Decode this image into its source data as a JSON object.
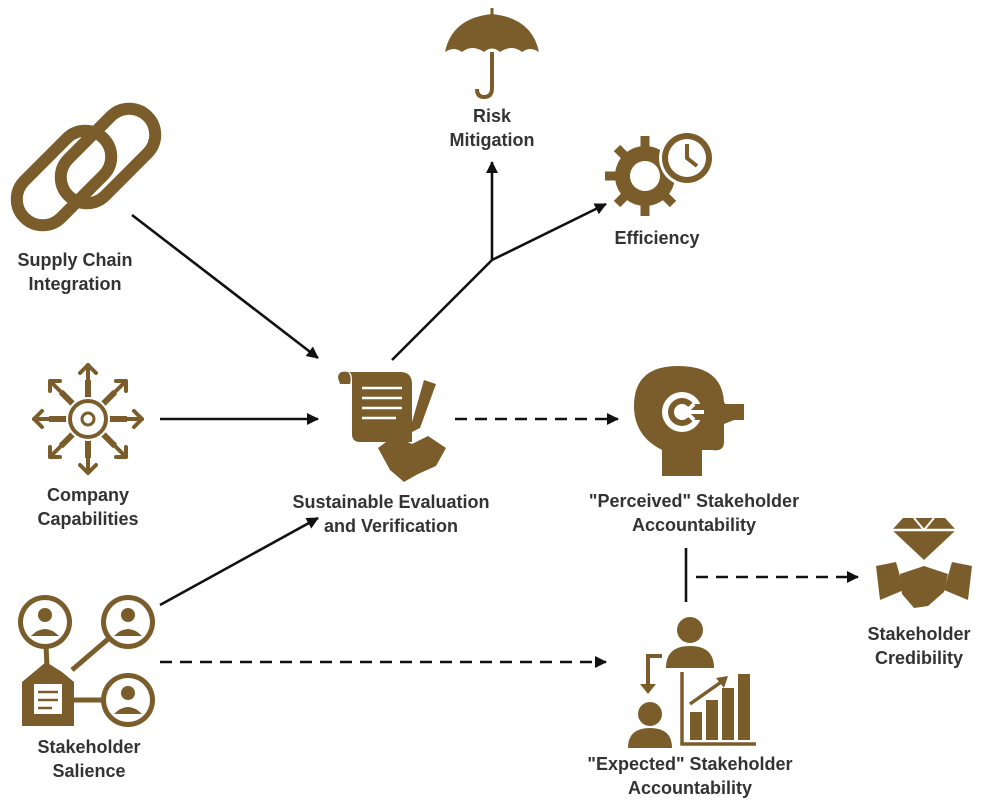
{
  "colors": {
    "icon": "#7a5d2a",
    "line": "#111111",
    "text": "#333333"
  },
  "nodes": {
    "risk": {
      "line1": "Risk",
      "line2": "Mitigation",
      "icon": "umbrella-icon"
    },
    "efficiency": {
      "line1": "Efficiency",
      "icon": "gear-clock-icon"
    },
    "supply": {
      "line1": "Supply Chain",
      "line2": "Integration",
      "icon": "chain-link-icon"
    },
    "company": {
      "line1": "Company",
      "line2": "Capabilities",
      "icon": "gear-arrows-icon"
    },
    "sev": {
      "line1": "Sustainable Evaluation",
      "line2": "and Verification",
      "icon": "contract-handshake-icon"
    },
    "perceived": {
      "line1": "\"Perceived\" Stakeholder",
      "line2": "Accountability",
      "icon": "head-target-icon"
    },
    "credibility": {
      "line1": "Stakeholder",
      "line2": "Credibility",
      "icon": "diamond-handshake-icon"
    },
    "salience": {
      "line1": "Stakeholder",
      "line2": "Salience",
      "icon": "network-people-icon"
    },
    "expected": {
      "line1": "\"Expected\" Stakeholder",
      "line2": "Accountability",
      "icon": "people-growth-chart-icon"
    }
  }
}
